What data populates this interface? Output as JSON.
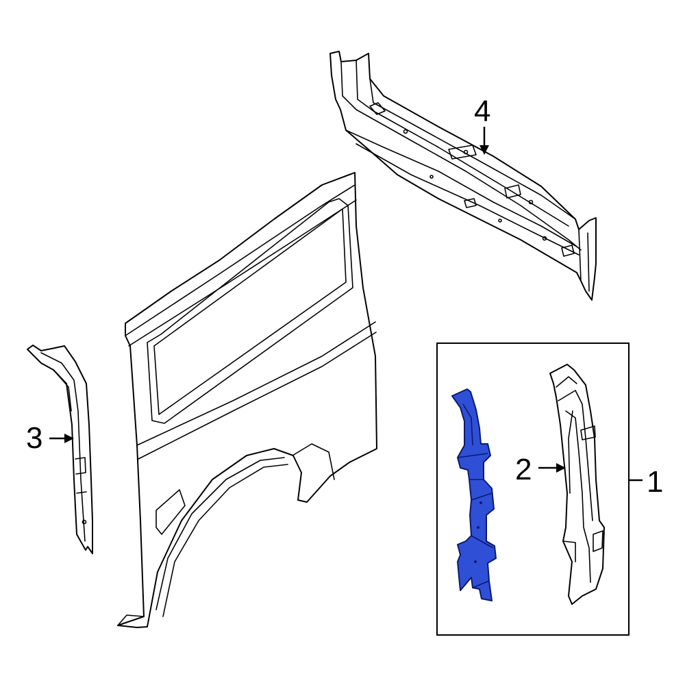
{
  "callouts": {
    "c1": "1",
    "c2": "2",
    "c3": "3",
    "c4": "4"
  },
  "colors": {
    "highlight": "#2f4fd6",
    "line": "#000000",
    "background": "#ffffff"
  }
}
